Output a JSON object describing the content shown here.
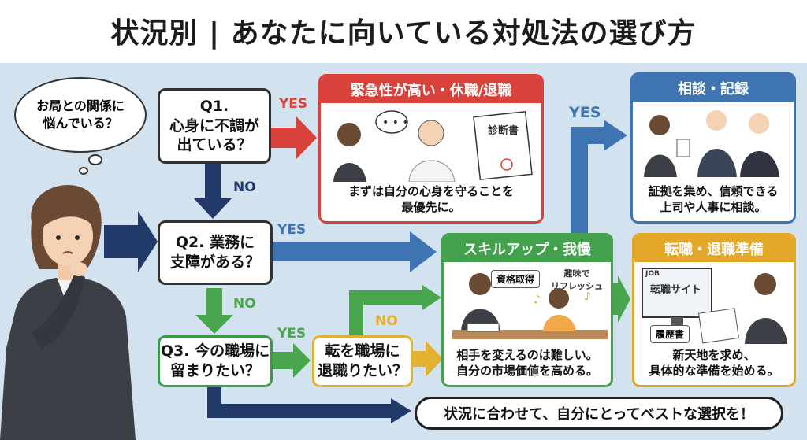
{
  "title": "状況別 | あなたに向いている対処法の選び方",
  "thought_bubble": "お局との関係に\n悩んでいる？",
  "questions": {
    "q1": "Q1.\n心身に不調が\n出ている？",
    "q2": "Q2. 業務に\n支障がある？",
    "q3": "Q3. 今の職場に\n留まりたい？",
    "q4": "転を職場に\n退職りたい？"
  },
  "labels": {
    "yes1": "YES",
    "no1": "NO",
    "yes2": "YES",
    "no2": "NO",
    "yes3": "YES",
    "no3": "NO",
    "yes_top": "YES"
  },
  "cards": {
    "urgent": {
      "title": "緊急性が高い・休職/退職",
      "desc": "まずは自分の心身を守ることを\n最優先に。",
      "doc_label": "診断書",
      "color": "#d9423b"
    },
    "consult": {
      "title": "相談・記録",
      "desc": "証拠を集め、信頼できる\n上司や人事に相談。",
      "color": "#3e74b2"
    },
    "skill": {
      "title": "スキルアップ・我慢",
      "desc": "相手を変えるのは難しい。\n自分の市場価値を高める。",
      "tag1": "資格取得",
      "tag2": "趣味で\nリフレッシュ",
      "color": "#43a04c"
    },
    "career": {
      "title": "転職・退職準備",
      "desc": "新天地を求め、\n具体的な準備を始める。",
      "site_label": "転職サイト",
      "resume_label": "履歴書",
      "job_label": "JOB",
      "color": "#e3a72a"
    }
  },
  "conclusion": "状況に合わせて、自分にとってベストな選択を！",
  "colors": {
    "red_arrow": "#d9423b",
    "navy_arrow": "#223a6a",
    "blue_arrow": "#3e74b2",
    "green_arrow": "#49a64f",
    "yellow_arrow": "#e3b02f"
  }
}
